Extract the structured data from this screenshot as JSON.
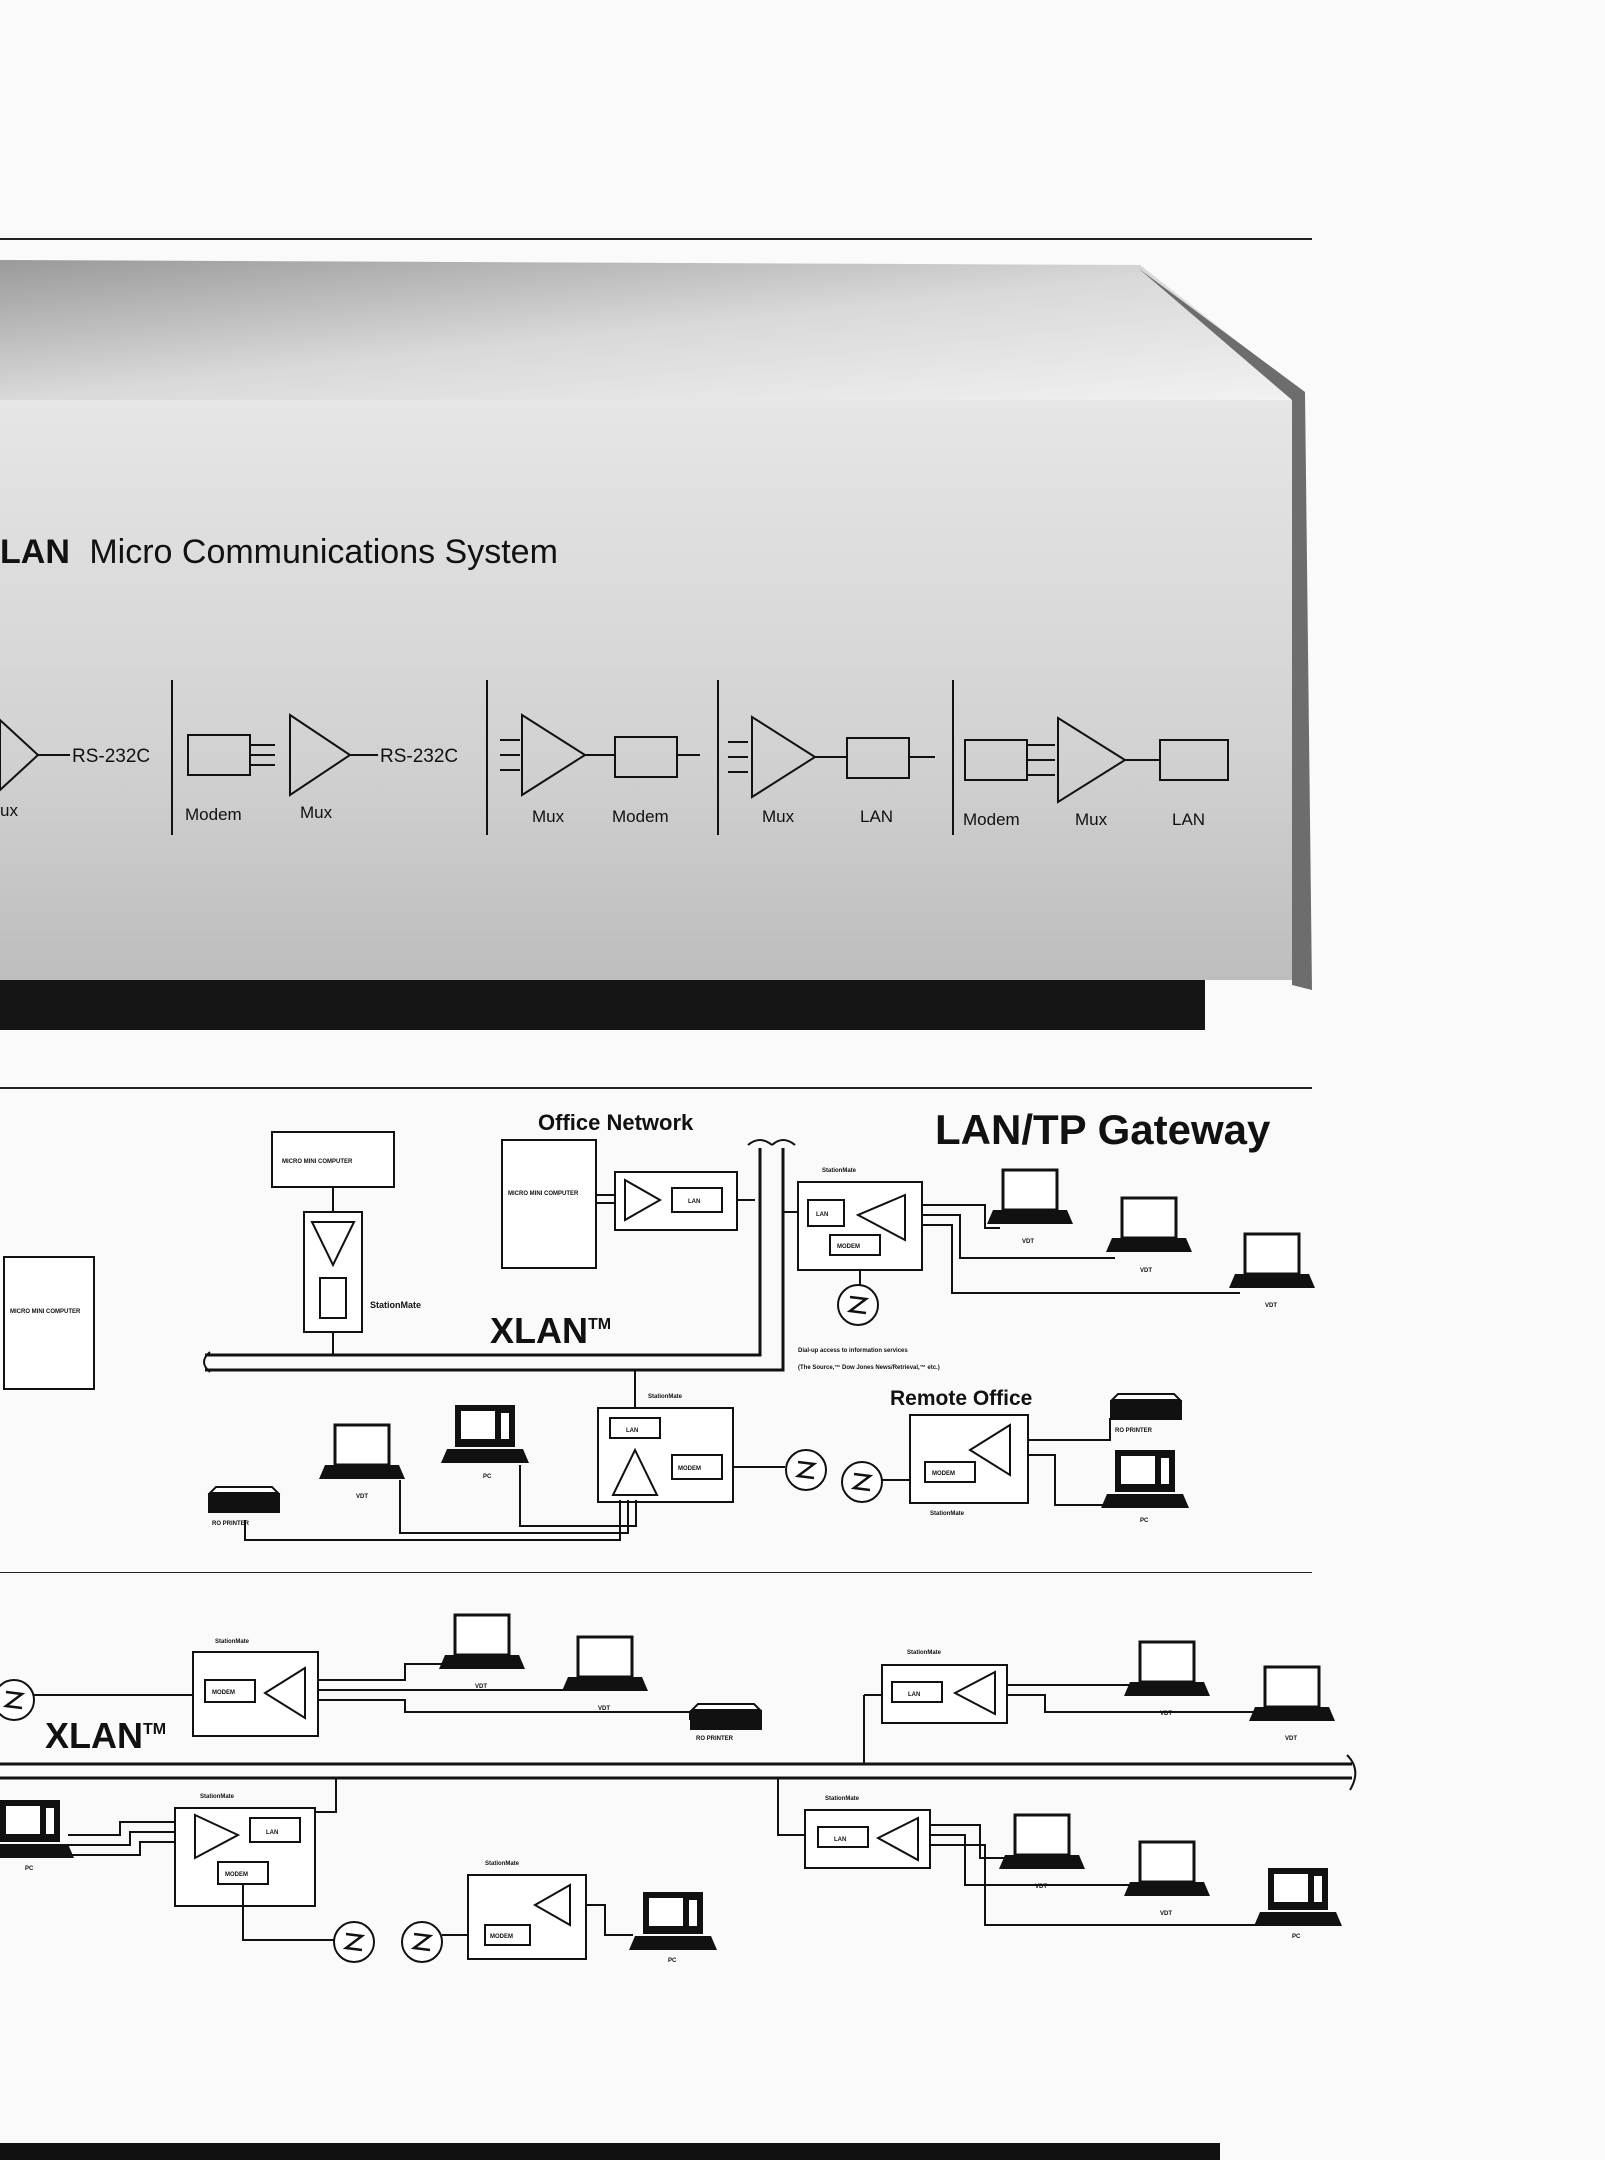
{
  "product": {
    "title_brand": "LAN",
    "title_rest": "Micro Communications System",
    "panels": [
      {
        "labels": [
          "ux"
        ],
        "link": "RS-232C"
      },
      {
        "labels": [
          "Modem",
          "Mux"
        ],
        "link": "RS-232C"
      },
      {
        "labels": [
          "Mux",
          "Modem"
        ]
      },
      {
        "labels": [
          "Mux",
          "LAN"
        ]
      },
      {
        "labels": [
          "Modem",
          "Mux",
          "LAN"
        ]
      }
    ]
  },
  "gateway_diagram": {
    "title": "LAN/TP Gateway",
    "office_network": "Office Network",
    "xlan": "XLAN",
    "tm": "TM",
    "micro_mini": "MICRO MINI COMPUTER",
    "micro_mini_left": "MICRO MINI COMPUTER",
    "stationmate": "StationMate",
    "lan": "LAN",
    "modem": "MODEM",
    "vdt": "VDT",
    "pc": "PC",
    "rd_printer": "RO PRINTER",
    "dialup_line1": "Dial-up access to information services",
    "dialup_line2": "(The Source,™ Dow Jones News/Retrieval,™ etc.)",
    "remote_office": "Remote Office"
  },
  "bottom_diagram": {
    "xlan": "XLAN",
    "tm": "TM"
  }
}
